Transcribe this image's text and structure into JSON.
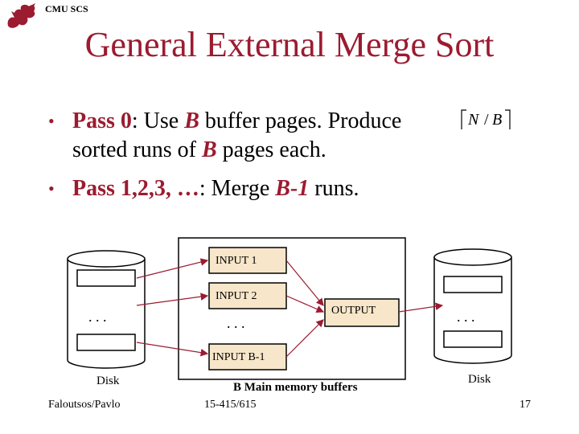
{
  "header": {
    "org_label": "CMU SCS"
  },
  "title": "General External Merge Sort",
  "bullets": {
    "b1": {
      "lead": "Pass 0",
      "t1": ": Use ",
      "B": "B",
      "t2": " buffer pages. Produce",
      "line2_pre": "sorted runs of ",
      "line2_B": "B",
      "line2_post": " pages each."
    },
    "b2": {
      "lead": "Pass 1,2,3, …",
      "t1": ": Merge ",
      "Bm1": "B-1",
      "t2": " runs."
    },
    "formula": {
      "N": "N",
      "slash": "/",
      "B": "B"
    }
  },
  "diagram": {
    "input1": "INPUT 1",
    "input2": "INPUT 2",
    "inputb1": "INPUT B-1",
    "output": "OUTPUT",
    "ellipsis": ". . .",
    "disk_left": "Disk",
    "disk_right": "Disk",
    "memory_caption": "B Main memory buffers",
    "colors": {
      "box_fill": "#f7e6c9",
      "arrow": "#9b1b30",
      "disk_fill": "#ffffff"
    }
  },
  "footer": {
    "author": "Faloutsos/Pavlo",
    "course": "15-415/615",
    "page": "17"
  }
}
